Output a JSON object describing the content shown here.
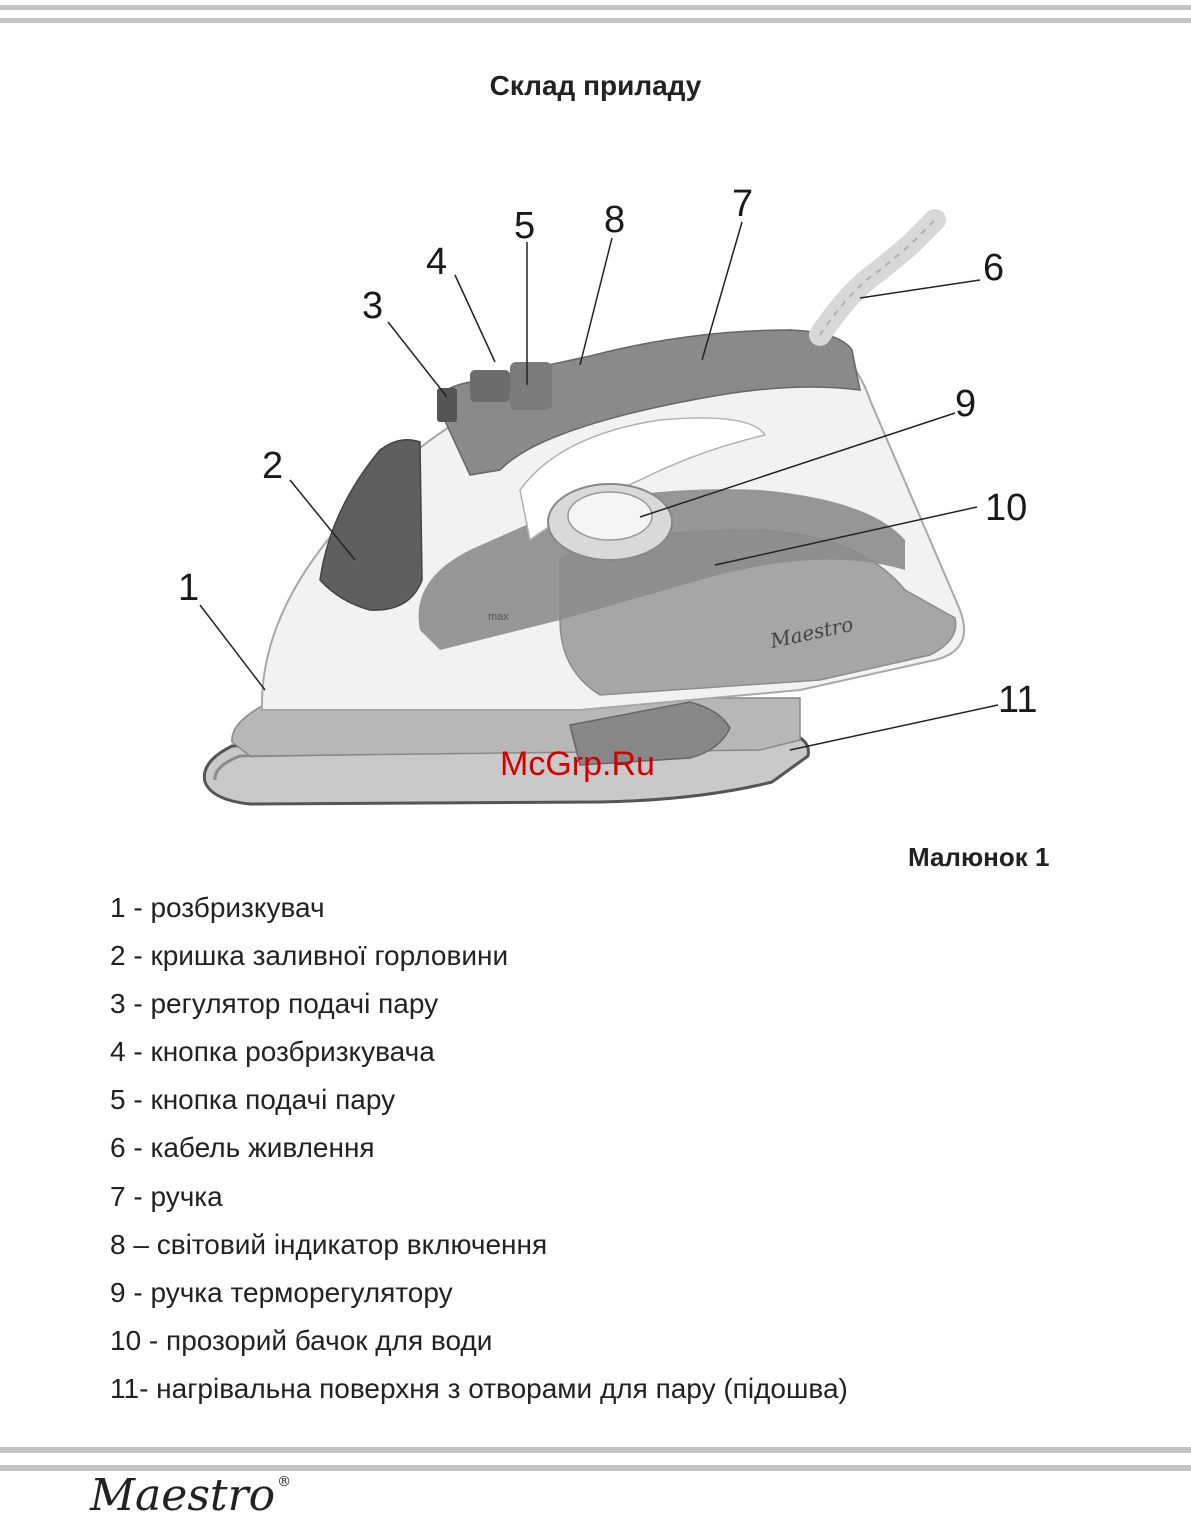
{
  "page": {
    "title": "Склад приладу",
    "figure_caption": "Малюнок 1",
    "brand": "Maestro",
    "registered_mark": "®"
  },
  "figure": {
    "watermark": "McGrp.Ru",
    "iron_logo": "Maestro",
    "tank_mark": "max",
    "callouts": [
      "1",
      "2",
      "3",
      "4",
      "5",
      "6",
      "7",
      "8",
      "9",
      "10",
      "11"
    ]
  },
  "legend": [
    "1 - розбризкувач",
    "2 - кришка заливної горловини",
    "3 - регулятор подачі пару",
    "4 - кнопка розбризкувача",
    "5 - кнопка подачі пару",
    "6 - кабель живлення",
    "7 - ручка",
    "8 – світовий індикатор включення",
    "9 - ручка терморегулятору",
    "10 - прозорий бачок для води",
    "11-  нагрівальна поверхня з отворами для пару (підошва)"
  ],
  "colors": {
    "rule": "#c4c4c4",
    "iron_body": "#f2f2f2",
    "iron_accent": "#a0a0a0",
    "iron_dark": "#6e6e6e",
    "watermark": "#d40000"
  }
}
